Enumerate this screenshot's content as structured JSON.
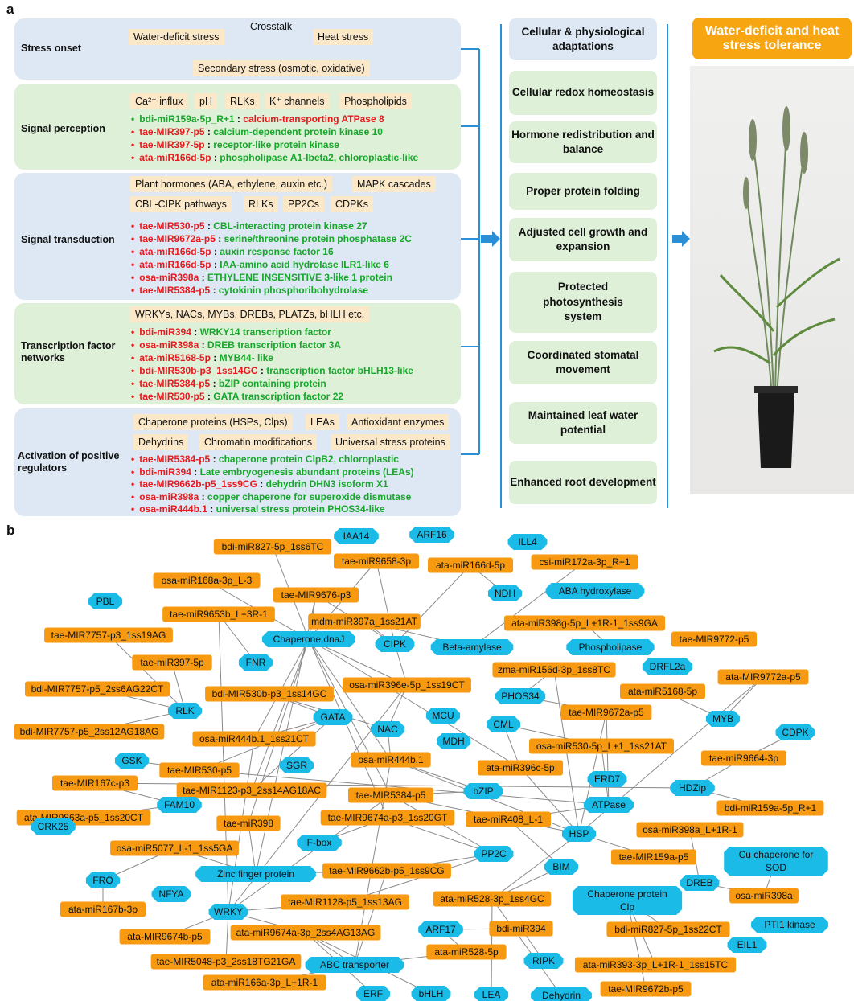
{
  "panel_a_label": "a",
  "panel_b_label": "b",
  "stages": {
    "stress_onset": {
      "title": "Stress onset",
      "crosstalk": "Crosstalk",
      "water": "Water-deficit stress",
      "heat": "Heat stress",
      "secondary": "Secondary stress (osmotic, oxidative)"
    },
    "signal_perception": {
      "title": "Signal perception",
      "chips": [
        "Ca²⁺ influx",
        "pH",
        "RLKs",
        "K⁺ channels",
        "Phospholipids"
      ],
      "regs": [
        {
          "mir": "bdi-miR159a-5p_R+1",
          "target": "calcium-transporting ATPase 8",
          "mir_color": "green",
          "target_color": "red"
        },
        {
          "mir": "tae-MIR397-p5",
          "target": "calcium-dependent protein kinase 10",
          "mir_color": "red",
          "target_color": "green"
        },
        {
          "mir": "tae-MIR397-5p",
          "target": "receptor-like protein kinase",
          "mir_color": "red",
          "target_color": "green"
        },
        {
          "mir": "ata-miR166d-5p",
          "target": "phospholipase A1-Ibeta2, chloroplastic-like",
          "mir_color": "red",
          "target_color": "green"
        }
      ]
    },
    "signal_transduction": {
      "title": "Signal transduction",
      "chips_row1": [
        "Plant hormones (ABA, ethylene, auxin etc.)",
        "MAPK cascades"
      ],
      "chips_row2": [
        "CBL-CIPK pathways",
        "RLKs",
        "PP2Cs",
        "CDPKs"
      ],
      "regs": [
        {
          "mir": "tae-MIR530-p5",
          "target": "CBL-interacting protein kinase 27",
          "mir_color": "red",
          "target_color": "green"
        },
        {
          "mir": "tae-MIR9672a-p5",
          "target": "serine/threonine protein phosphatase 2C",
          "mir_color": "red",
          "target_color": "green"
        },
        {
          "mir": "ata-miR166d-5p",
          "target": "auxin response factor 16",
          "mir_color": "red",
          "target_color": "green"
        },
        {
          "mir": "ata-miR166d-5p",
          "target": "IAA-amino acid hydrolase ILR1-like 6",
          "mir_color": "red",
          "target_color": "green"
        },
        {
          "mir": "osa-miR398a",
          "target": "ETHYLENE INSENSITIVE 3-like 1 protein",
          "mir_color": "red",
          "target_color": "green"
        },
        {
          "mir": "tae-MIR5384-p5",
          "target": "cytokinin phosphoribohydrolase",
          "mir_color": "red",
          "target_color": "green"
        }
      ]
    },
    "transcription_factor_networks": {
      "title": "Transcription factor networks",
      "chips": [
        "WRKYs, NACs, MYBs, DREBs, PLATZs, bHLH etc."
      ],
      "regs": [
        {
          "mir": "bdi-miR394",
          "target": "WRKY14 transcription factor",
          "mir_color": "red",
          "target_color": "green"
        },
        {
          "mir": "osa-miR398a",
          "target": "DREB transcription factor 3A",
          "mir_color": "red",
          "target_color": "green"
        },
        {
          "mir": "ata-miR5168-5p",
          "target": "MYB44- like",
          "mir_color": "red",
          "target_color": "green"
        },
        {
          "mir": "bdi-MIR530b-p3_1ss14GC",
          "target": "transcription factor bHLH13-like",
          "mir_color": "red",
          "target_color": "green"
        },
        {
          "mir": "tae-MIR5384-p5",
          "target": "bZIP containing protein",
          "mir_color": "red",
          "target_color": "green"
        },
        {
          "mir": "tae-MIR530-p5",
          "target": "GATA transcription factor 22",
          "mir_color": "red",
          "target_color": "green"
        }
      ]
    },
    "activation_of_positive_regulators": {
      "title": "Activation of positive regulators",
      "chips_row1": [
        "Chaperone proteins (HSPs, Clps)",
        "LEAs",
        "Antioxidant enzymes"
      ],
      "chips_row2": [
        "Dehydrins",
        "Chromatin modifications",
        "Universal stress proteins"
      ],
      "regs": [
        {
          "mir": "tae-MIR5384-p5",
          "target": "chaperone protein ClpB2, chloroplastic",
          "mir_color": "red",
          "target_color": "green"
        },
        {
          "mir": "bdi-miR394",
          "target": "Late embryogenesis abundant proteins (LEAs)",
          "mir_color": "red",
          "target_color": "green"
        },
        {
          "mir": "tae-MIR9662b-p5_1ss9CG",
          "target": "dehydrin DHN3 isoform X1",
          "mir_color": "red",
          "target_color": "green"
        },
        {
          "mir": "osa-miR398a",
          "target": "copper chaperone for superoxide dismutase",
          "mir_color": "red",
          "target_color": "green"
        },
        {
          "mir": "osa-miR444b.1",
          "target": "universal stress protein PHOS34-like",
          "mir_color": "red",
          "target_color": "green"
        }
      ]
    }
  },
  "adaptations_header": "Cellular & physiological adaptations",
  "adaptations": [
    "Cellular redox homeostasis",
    "Hormone redistribution and balance",
    "Proper protein folding",
    "Adjusted cell growth and expansion",
    "Protected photosynthesis system",
    "Coordinated stomatal movement",
    "Maintained leaf water potential",
    "Enhanced root development"
  ],
  "tolerance": "Water-deficit and heat stress tolerance",
  "colors": {
    "mirna_node": "#f79a11",
    "target_node": "#1bbbe8",
    "red_text": "#e8191c",
    "green_text": "#17a62a",
    "blue_panel": "#dde8f4",
    "green_panel": "#dff0d9",
    "chip": "#fbe8c8",
    "connector": "#2a8fd4"
  },
  "network": {
    "mirna_nodes": [
      "bdi-miR827-5p_1ss6TC",
      "tae-miR9658-3p",
      "ata-miR166d-5p",
      "csi-miR172a-3p_R+1",
      "osa-miR168a-3p_L-3",
      "tae-MIR9676-p3",
      "tae-miR9653b_L+3R-1",
      "mdm-miR397a_1ss21AT",
      "ata-miR398g-5p_L+1R-1_1ss9GA",
      "tae-MIR7757-p3_1ss19AG",
      "tae-MIR9772-p5",
      "tae-miR397-5p",
      "zma-miR156d-3p_1ss8TC",
      "bdi-MIR7757-p5_2ss6AG22CT",
      "bdi-MIR530b-p3_1ss14GC",
      "osa-miR396e-5p_1ss19CT",
      "ata-MIR9772a-p5",
      "ata-miR5168-5p",
      "tae-MIR9672a-p5",
      "bdi-MIR7757-p5_2ss12AG18AG",
      "osa-miR444b.1_1ss21CT",
      "osa-miR530-5p_L+1_1ss21AT",
      "osa-miR444b.1",
      "tae-miR9664-3p",
      "tae-MIR530-p5",
      "ata-miR396c-5p",
      "tae-MIR167c-p3",
      "tae-MIR1123-p3_2ss14AG18AC",
      "tae-MIR5384-p5",
      "ata-MIR9863a-p5_1ss20CT",
      "tae-miR398",
      "tae-MIR9674a-p3_1ss20GT",
      "tae-miR408_L-1",
      "bdi-miR159a-5p_R+1",
      "osa-miR398a_L+1R-1",
      "osa-miR5077_L-1_1ss5GA",
      "tae-MIR159a-p5",
      "tae-MIR9662b-p5_1ss9CG",
      "osa-miR398a",
      "ata-miR167b-3p",
      "tae-MIR1128-p5_1ss13AG",
      "ata-miR528-3p_1ss4GC",
      "ata-MIR9674b-p5",
      "ata-miR9674a-3p_2ss4AG13AG",
      "bdi-miR394",
      "bdi-miR827-5p_1ss22CT",
      "tae-MIR5048-p3_2ss18TG21GA",
      "ata-miR528-5p",
      "ata-miR393-3p_L+1R-1_1ss15TC",
      "ata-miR166a-3p_L+1R-1",
      "tae-MIR9672b-p5"
    ],
    "target_nodes": [
      "IAA14",
      "ARF16",
      "ILL4",
      "NDH",
      "ABA hydroxylase",
      "PBL",
      "Chaperone dnaJ",
      "CIPK",
      "Beta-amylase",
      "Phospholipase",
      "FNR",
      "DRFL2a",
      "PHOS34",
      "RLK",
      "GATA",
      "MCU",
      "NAC",
      "CML",
      "MYB",
      "CDPK",
      "MDH",
      "GSK",
      "SGR",
      "ERD7",
      "HDZip",
      "bZIP",
      "ATPase",
      "FAM10",
      "CRK25",
      "F-box",
      "HSP",
      "PP2C",
      "Cu chaperone for SOD",
      "Zinc finger protein",
      "BIM",
      "DREB",
      "FRO",
      "NFYA",
      "Chaperone protein Clp",
      "WRKY",
      "ARF17",
      "PTI1 kinase",
      "EIL1",
      "ABC transporter",
      "RIPK",
      "ERF",
      "bHLH",
      "LEA",
      "Dehydrin"
    ]
  }
}
